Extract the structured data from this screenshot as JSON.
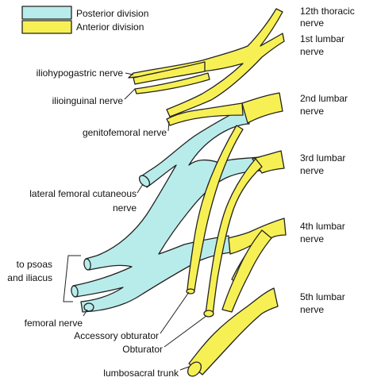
{
  "colors": {
    "posterior": "#b8ecea",
    "anterior": "#f7f055",
    "outline": "#222222"
  },
  "legend": {
    "posterior": "Posterior division",
    "anterior": "Anterior division"
  },
  "labels": {
    "t12_line1": "12th thoracic",
    "t12_line2": "nerve",
    "l1_line1": "1st lumbar",
    "l1_line2": "nerve",
    "l2_line1": "2nd lumbar",
    "l2_line2": "nerve",
    "l3_line1": "3rd lumbar",
    "l3_line2": "nerve",
    "l4_line1": "4th lumbar",
    "l4_line2": "nerve",
    "l5_line1": "5th lumbar",
    "l5_line2": "nerve",
    "iliohypogastric": "iliohypogastric nerve",
    "ilioinguinal": "ilioinguinal nerve",
    "genitofemoral": "genitofemoral nerve",
    "lateral_cutaneous_line1": "lateral femoral cutaneous",
    "lateral_cutaneous_line2": "nerve",
    "psoas_line1": "to psoas",
    "psoas_line2": "and iliacus",
    "femoral": "femoral nerve",
    "accessory_obturator": "Accessory obturator",
    "obturator": "Obturator",
    "lumbosacral": "lumbosacral trunk"
  }
}
